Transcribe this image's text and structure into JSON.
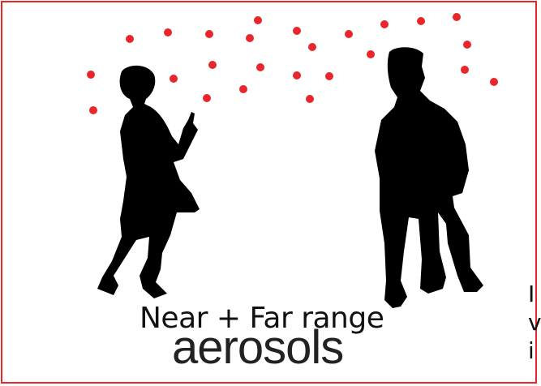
{
  "caption": "Near + Far range",
  "big_word": "aerosols",
  "cut_text": [
    "I",
    "v",
    "i"
  ],
  "colors": {
    "border": "#e8262b",
    "droplet": "#e8262b",
    "silhouette": "#000000"
  },
  "icons": [
    "woman-silhouette-icon",
    "man-silhouette-icon",
    "aerosol-droplet-icon"
  ]
}
